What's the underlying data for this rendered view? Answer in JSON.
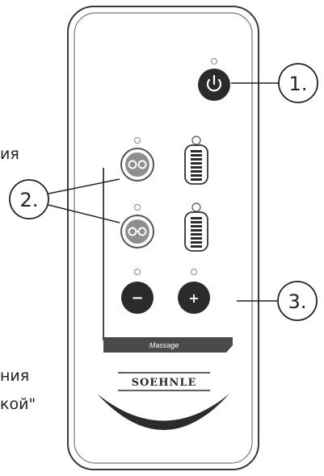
{
  "side_text": {
    "line1": "ия",
    "line2": "ния",
    "line3": "кой\""
  },
  "callouts": {
    "power": "1.",
    "mode_buttons": "2.",
    "intensity_buttons": "3."
  },
  "remote": {
    "massage_label": "Massage",
    "brand": "SOEHNLE",
    "minus_symbol": "−",
    "plus_symbol": "+"
  },
  "colors": {
    "button_dark": "#2b2b2b",
    "button_mode": "#8e8e8e",
    "outline": "#4a4a4a"
  },
  "icons": {
    "power": "power-icon",
    "mode1": "massage-mode-1-icon",
    "mode2": "massage-mode-2-icon",
    "bar1": "intensity-level-1-icon",
    "bar2": "intensity-level-2-icon"
  }
}
